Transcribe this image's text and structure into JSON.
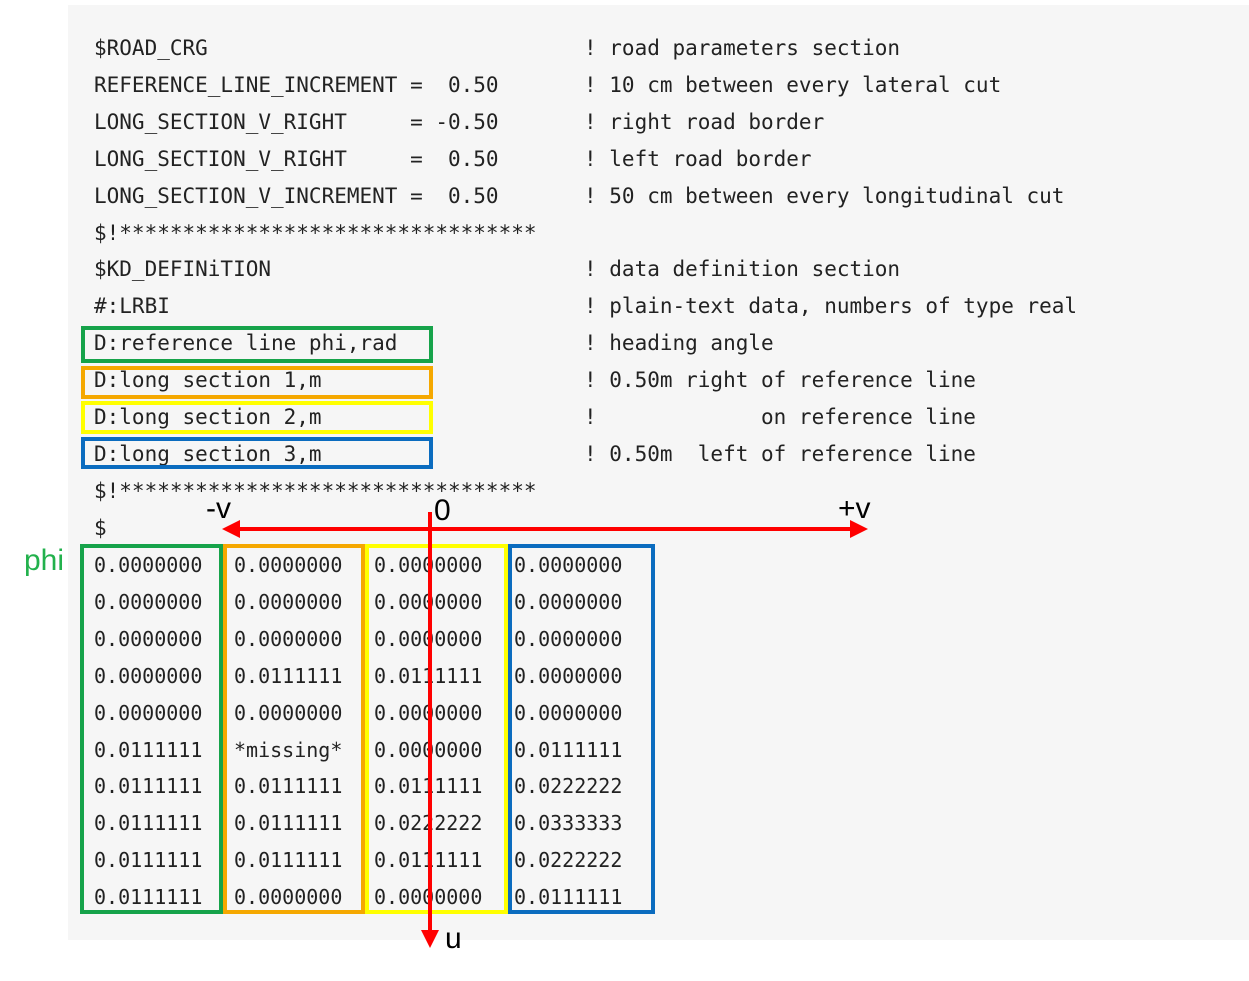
{
  "header_lines": [
    {
      "text": "$ROAD_CRG",
      "comment": "! road parameters section"
    },
    {
      "text": "REFERENCE_LINE_INCREMENT =  0.50",
      "comment": "! 10 cm between every lateral cut"
    },
    {
      "text": "LONG_SECTION_V_RIGHT     = -0.50",
      "comment": "! right road border"
    },
    {
      "text": "LONG_SECTION_V_RIGHT     =  0.50",
      "comment": "! left road border"
    },
    {
      "text": "LONG_SECTION_V_INCREMENT =  0.50",
      "comment": "! 50 cm between every longitudinal cut"
    },
    {
      "text": "$!*********************************",
      "comment": ""
    },
    {
      "text": "$KD_DEFINiTION",
      "comment": "! data definition section"
    },
    {
      "text": "#:LRBI",
      "comment": "! plain-text data, numbers of type real"
    },
    {
      "text": "D:reference line phi,rad",
      "comment": "! heading angle"
    },
    {
      "text": "D:long section 1,m",
      "comment": "! 0.50m right of reference line"
    },
    {
      "text": "D:long section 2,m",
      "comment": "!             on reference line"
    },
    {
      "text": "D:long section 3,m",
      "comment": "! 0.50m  left of reference line"
    },
    {
      "text": "$!*********************************",
      "comment": ""
    },
    {
      "text": "$",
      "comment": ""
    }
  ],
  "table": {
    "rows": [
      [
        "0.0000000",
        "0.0000000",
        "0.0000000",
        "0.0000000"
      ],
      [
        "0.0000000",
        "0.0000000",
        "0.0000000",
        "0.0000000"
      ],
      [
        "0.0000000",
        "0.0000000",
        "0.0000000",
        "0.0000000"
      ],
      [
        "0.0000000",
        "0.0111111",
        "0.0111111",
        "0.0000000"
      ],
      [
        "0.0000000",
        "0.0000000",
        "0.0000000",
        "0.0000000"
      ],
      [
        "0.0111111",
        "*missing*",
        "0.0000000",
        "0.0111111"
      ],
      [
        "0.0111111",
        "0.0111111",
        "0.0111111",
        "0.0222222"
      ],
      [
        "0.0111111",
        "0.0111111",
        "0.0222222",
        "0.0333333"
      ],
      [
        "0.0111111",
        "0.0111111",
        "0.0111111",
        "0.0222222"
      ],
      [
        "0.0111111",
        "0.0000000",
        "0.0000000",
        "0.0111111"
      ]
    ]
  },
  "annotations": {
    "phi_label": "phi",
    "minus_v": "-v",
    "zero": "0",
    "plus_v": "+v",
    "u": "u"
  },
  "colors": {
    "green": "#16a34a",
    "orange": "#f5a800",
    "yellow": "#ffff00",
    "blue": "#0b6cbf",
    "red": "#ff0000",
    "phi_text": "#22b14c"
  }
}
